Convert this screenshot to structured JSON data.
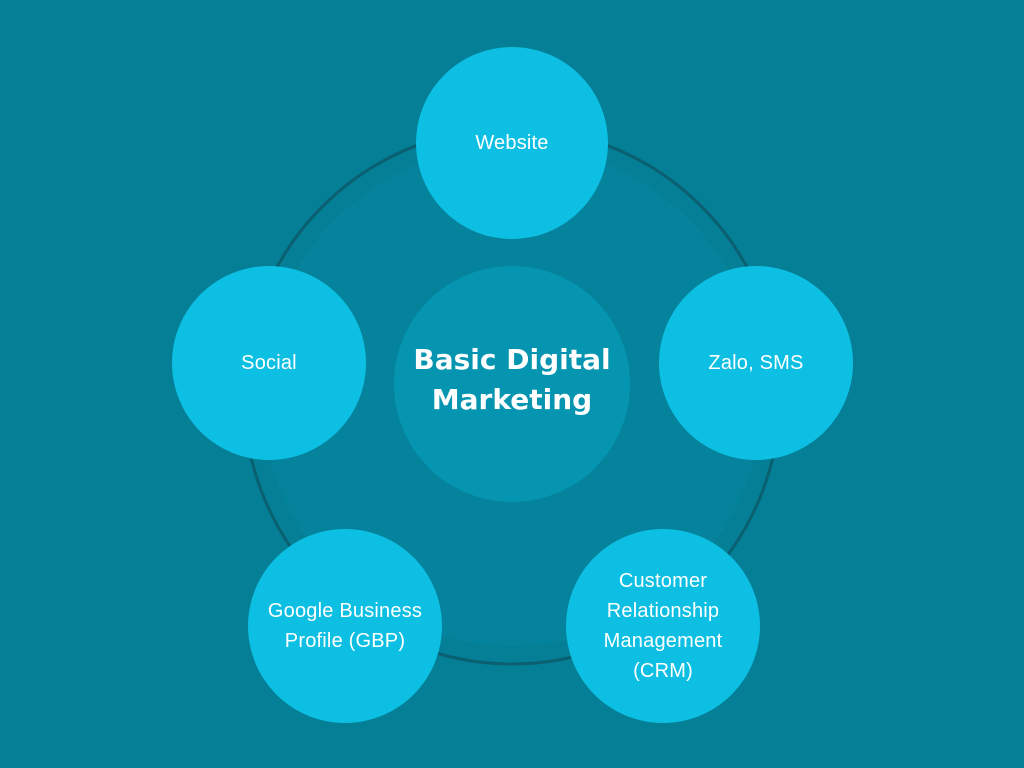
{
  "diagram": {
    "center_title": "Basic Digital Marketing",
    "nodes": {
      "website": "Website",
      "zalo_sms": "Zalo, SMS",
      "social": "Social",
      "gbp": "Google Business Profile (GBP)",
      "crm": "Customer Relationship Management (CRM)"
    }
  },
  "colors": {
    "background": "#047f96",
    "ring": "#0a5f70",
    "inner_glow": "#078aa3",
    "node_fill": "#0dbfe2",
    "center_fill": "#0595b1",
    "text": "#ffffff"
  }
}
